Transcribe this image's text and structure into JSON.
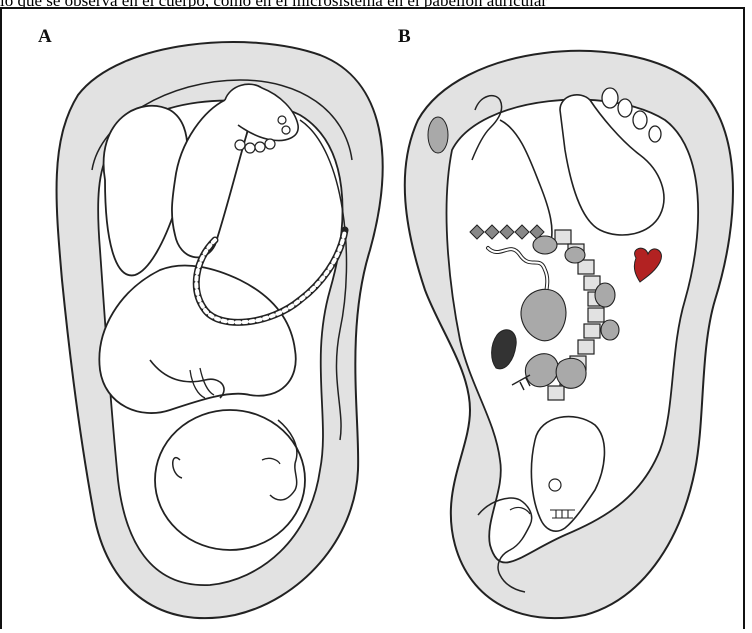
{
  "caption": {
    "text": "lo que se observa en el cuerpo, como en el microsistema en el pabellón auricular"
  },
  "panels": {
    "a": {
      "label": "A"
    },
    "b": {
      "label": "B"
    }
  },
  "colors": {
    "line": "#222222",
    "ear_fill": "#e2e2e2",
    "inner_fill": "#ffffff",
    "organ_gray": "#a9a9a9",
    "organ_dark": "#333333",
    "heart_red": "#b22222"
  }
}
